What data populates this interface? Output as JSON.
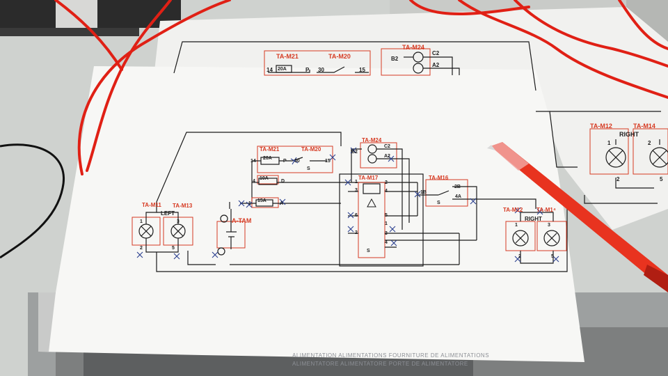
{
  "back_sheet": {
    "modules": {
      "m21": "TA-M21",
      "m20": "TA-M20",
      "m24": "TA-M24",
      "m12": "TA-M12",
      "m14": "TA-M14"
    },
    "labels": {
      "t14": "14",
      "fuse20": "20A",
      "p": "P",
      "t30": "30",
      "t15": "15",
      "b2": "B2",
      "c2": "C2",
      "a2": "A2",
      "right": "RIGHT",
      "t1": "1",
      "t2": "2",
      "t2b": "2",
      "t5": "5"
    }
  },
  "front_sheet": {
    "modules": {
      "m21": "TA-M21",
      "m20": "TA-M20",
      "m24": "TA-M24",
      "m17": "TA-M17",
      "m16": "TA-M16",
      "m11": "TA-M11",
      "m13": "TA-M13",
      "m12": "TA-M12",
      "m14": "TA-M1⁴",
      "tam": "A-TAM"
    },
    "labels": {
      "left": "LEFT",
      "right": "RIGHT",
      "fuse20": "20A",
      "fuse10": "10A",
      "fuse15": "15A",
      "t14": "14",
      "t4": "4",
      "t1": "1",
      "p": "P",
      "d": "D",
      "a": "A",
      "t30": "30",
      "t15": "15",
      "s": "S",
      "b2": "B2",
      "c2": "C2",
      "a2": "A2",
      "k1": "1",
      "k2": "2",
      "k3": "3",
      "k4": "4",
      "k5": "5",
      "k6": "6",
      "n1b": "1B",
      "n2b": "2B",
      "n4a": "4A",
      "l1": "1",
      "l2": "2",
      "l3": "3",
      "l5": "5",
      "r1": "1",
      "r2": "2",
      "r3": "3",
      "r5": "5"
    }
  },
  "background_text": {
    "line1": "ALIMENTATION  ALIMENTATIONS   FOURNITURE DE ALIMENTATIONS",
    "line2": "ALIMENTATORE   ALIMENTATORE   PORTE DE ALIMENTATORE"
  },
  "colors": {
    "wire": "#e02015",
    "module_label": "#d63a22",
    "pen_body": "#e8331f",
    "paper": "#f6f6f4"
  }
}
